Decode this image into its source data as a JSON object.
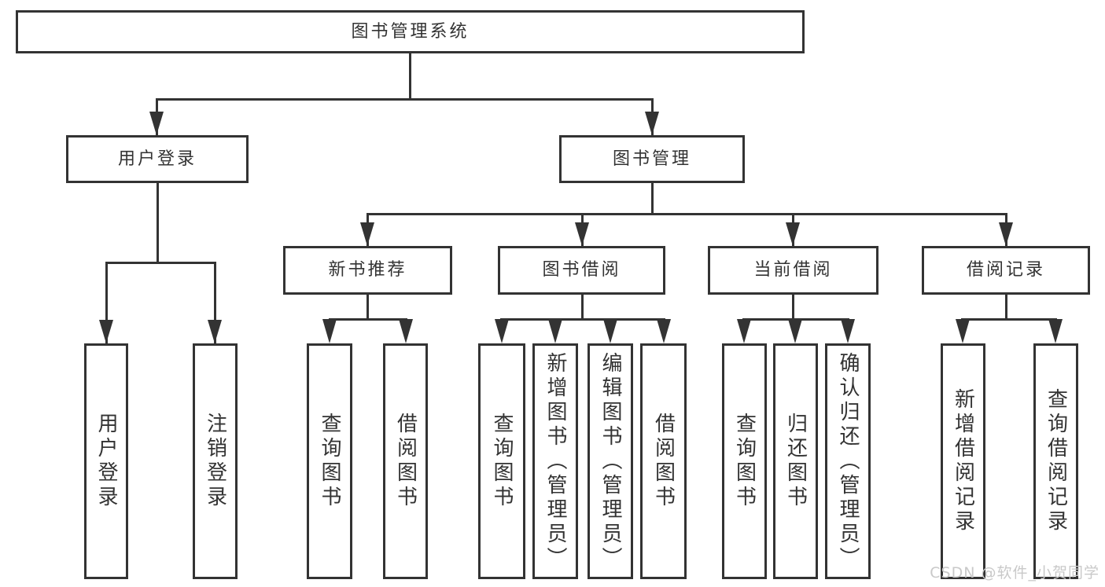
{
  "colors": {
    "line": "#333333",
    "box_fill": "#ffffff",
    "text": "#333333",
    "page_background": "#ffffff",
    "watermark_text": "#c9c9c9"
  },
  "tree": {
    "root": {
      "label": "图书管理系统"
    },
    "groups": [
      {
        "label": "用户登录",
        "leaves": [
          {
            "label": "用户登录"
          },
          {
            "label": "注销登录"
          }
        ]
      },
      {
        "label": "图书管理",
        "sections": [
          {
            "label": "新书推荐",
            "leaves": [
              {
                "label": "查询图书"
              },
              {
                "label": "借阅图书"
              }
            ]
          },
          {
            "label": "图书借阅",
            "leaves": [
              {
                "label": "查询图书"
              },
              {
                "label": "新增图书（管理员）"
              },
              {
                "label": "编辑图书（管理员）"
              },
              {
                "label": "借阅图书"
              }
            ]
          },
          {
            "label": "当前借阅",
            "leaves": [
              {
                "label": "查询图书"
              },
              {
                "label": "归还图书"
              },
              {
                "label": "确认归还（管理员）"
              }
            ]
          },
          {
            "label": "借阅记录",
            "leaves": [
              {
                "label": "新增借阅记录"
              },
              {
                "label": "查询借阅记录"
              }
            ]
          }
        ]
      }
    ]
  },
  "watermark": {
    "text": "CSDN @软件_小贺同学"
  }
}
